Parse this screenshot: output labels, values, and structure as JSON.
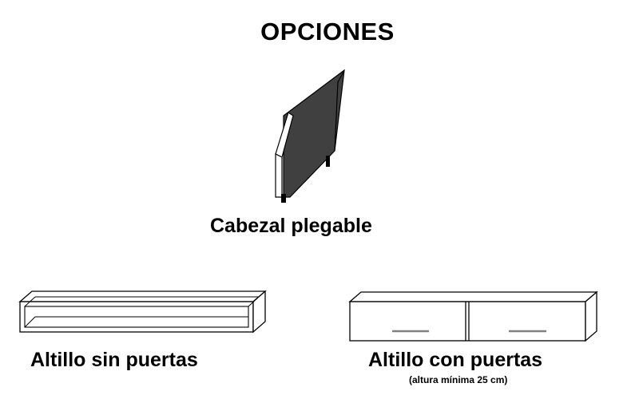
{
  "page": {
    "title": "OPCIONES"
  },
  "options": [
    {
      "label": "Cabezal plegable",
      "icon": "folding-headboard-icon"
    },
    {
      "label": "Altillo sin puertas",
      "icon": "open-shelf-unit-icon"
    },
    {
      "label": "Altillo con puertas",
      "note": "(altura mínima 25 cm)",
      "icon": "door-shelf-unit-icon"
    }
  ],
  "colors": {
    "panel": "#404040",
    "outline": "#000000",
    "handle": "#808080",
    "background": "#ffffff"
  }
}
